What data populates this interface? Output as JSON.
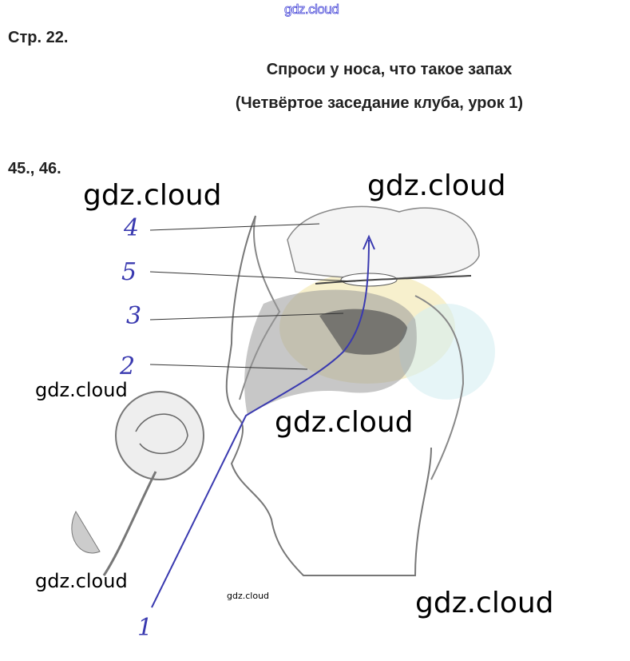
{
  "watermark_top": "gdz.cloud",
  "page_label": "Стр. 22.",
  "title": "Спроси у носа, что такое запах",
  "subtitle": "(Четвёртое заседание клуба, урок 1)",
  "task_numbers": "45., 46.",
  "figure": {
    "labels": [
      "4",
      "5",
      "3",
      "2",
      "1"
    ],
    "watermarks": [
      "gdz.cloud",
      "gdz.cloud",
      "gdz.cloud",
      "gdz.cloud",
      "gdz.cloud",
      "gdz.cloud",
      "gdz.cloud"
    ],
    "colors": {
      "annotation": "#3a3ab0",
      "bulb": "#f3e9b8",
      "sketch": "#666666"
    }
  }
}
